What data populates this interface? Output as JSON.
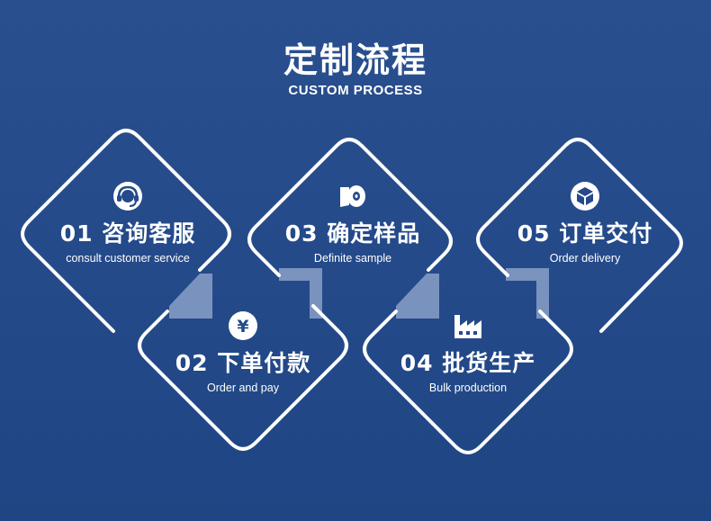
{
  "header": {
    "title": "定制流程",
    "subtitle": "CUSTOM PROCESS"
  },
  "steps": [
    {
      "label": "01 咨询客服",
      "sub": "consult customer service",
      "icon": "headset-icon"
    },
    {
      "label": "02 下单付款",
      "sub": "Order and pay",
      "icon": "yuan-coin-icon"
    },
    {
      "label": "03 确定样品",
      "sub": "Definite sample",
      "icon": "fabric-roll-icon"
    },
    {
      "label": "04 批货生产",
      "sub": "Bulk production",
      "icon": "factory-icon"
    },
    {
      "label": "05 订单交付",
      "sub": "Order delivery",
      "icon": "box-icon"
    }
  ],
  "colors": {
    "background": "#244a8a",
    "line": "#ffffff",
    "connector": "#8aa0c8"
  }
}
